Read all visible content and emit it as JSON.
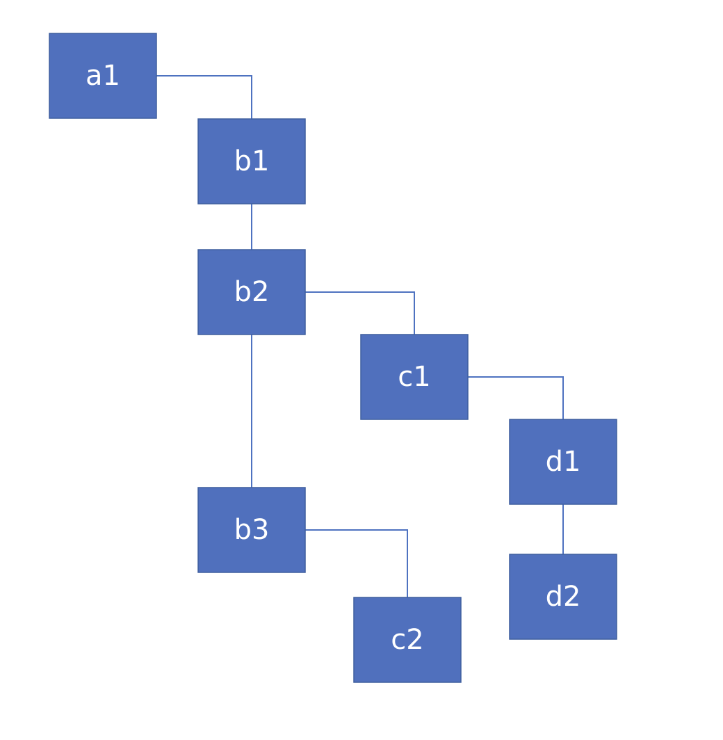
{
  "diagram": {
    "colors": {
      "node_fill": "#5070bd",
      "node_stroke": "#3f5f9e",
      "connector": "#4e72c0",
      "label": "#ffffff",
      "background": "#ffffff"
    },
    "nodes": [
      {
        "id": "a1",
        "label": "a1"
      },
      {
        "id": "b1",
        "label": "b1"
      },
      {
        "id": "b2",
        "label": "b2"
      },
      {
        "id": "c1",
        "label": "c1"
      },
      {
        "id": "d1",
        "label": "d1"
      },
      {
        "id": "b3",
        "label": "b3"
      },
      {
        "id": "d2",
        "label": "d2"
      },
      {
        "id": "c2",
        "label": "c2"
      }
    ],
    "edges": [
      {
        "from": "a1",
        "to": "b1"
      },
      {
        "from": "b1",
        "to": "b2"
      },
      {
        "from": "b2",
        "to": "c1"
      },
      {
        "from": "b2",
        "to": "b3"
      },
      {
        "from": "c1",
        "to": "d1"
      },
      {
        "from": "d1",
        "to": "d2"
      },
      {
        "from": "b3",
        "to": "c2"
      }
    ]
  }
}
